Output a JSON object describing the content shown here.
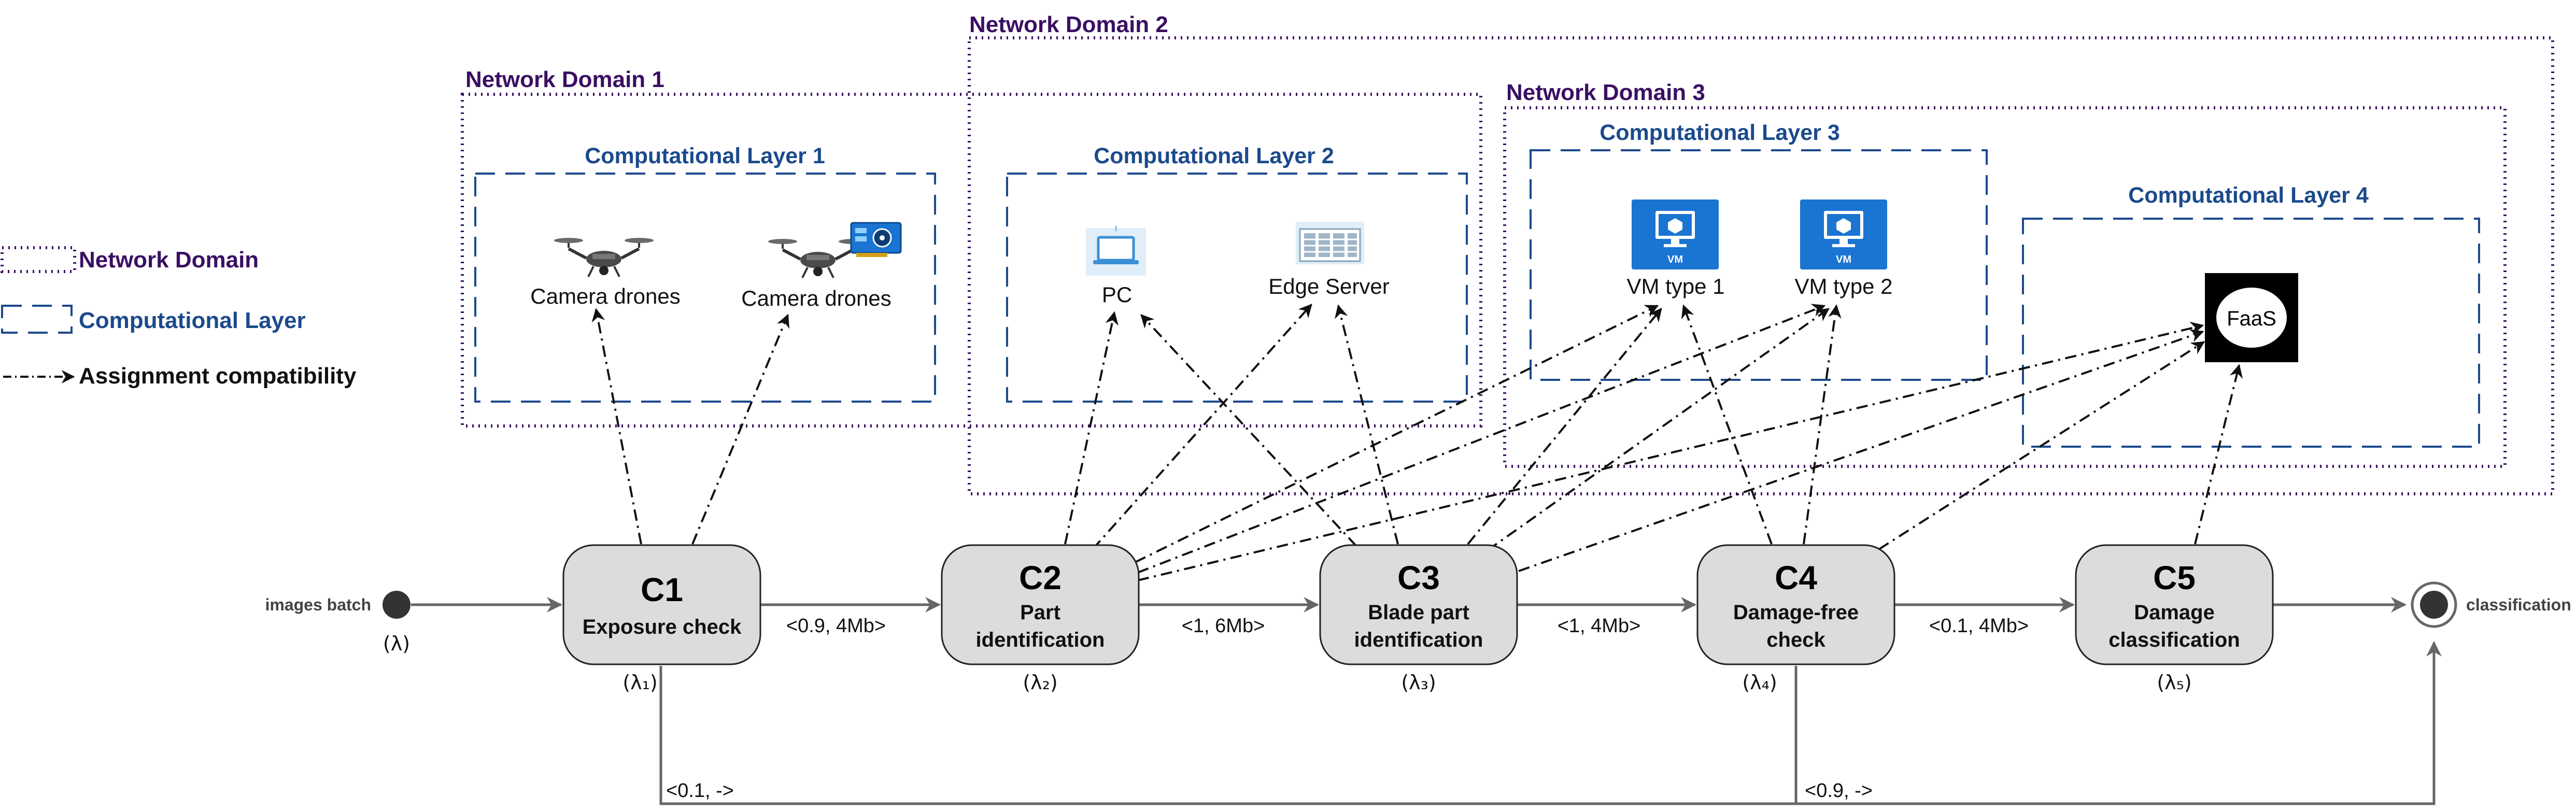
{
  "legend": {
    "network_domain": "Network Domain",
    "computational_layer": "Computational Layer",
    "assignment": "Assignment compatibility"
  },
  "network_domains": [
    "Network Domain 1",
    "Network Domain 2",
    "Network Domain 3"
  ],
  "computational_layers": [
    "Computational Layer 1",
    "Computational Layer 2",
    "Computational Layer 3",
    "Computational Layer 4"
  ],
  "resources": {
    "drone1": "Camera drones",
    "drone2": "Camera drones",
    "pc": "PC",
    "edge": "Edge Server",
    "vm1": "VM type 1",
    "vm2": "VM type 2",
    "faas": "FaaS",
    "vm_badge": "VM"
  },
  "components": [
    {
      "id": "C1",
      "line1": "Exposure check",
      "line2": "",
      "lambda": "(λ₁)"
    },
    {
      "id": "C2",
      "line1": "Part",
      "line2": "identification",
      "lambda": "(λ₂)"
    },
    {
      "id": "C3",
      "line1": "Blade part",
      "line2": "identification",
      "lambda": "(λ₃)"
    },
    {
      "id": "C4",
      "line1": "Damage-free",
      "line2": "check",
      "lambda": "(λ₄)"
    },
    {
      "id": "C5",
      "line1": "Damage",
      "line2": "classification",
      "lambda": "(λ₅)"
    }
  ],
  "edges": {
    "e12": "<0.9, 4Mb>",
    "e23": "<1, 6Mb>",
    "e34": "<1, 4Mb>",
    "e45": "<0.1, 4Mb>",
    "bypass1": "<0.1, ->",
    "bypass4": "<0.9, ->"
  },
  "start": {
    "label": "images batch",
    "lambda": "(λ)"
  },
  "end": {
    "label": "classification"
  },
  "colors": {
    "network_domain": "#3a0f63",
    "computational_layer": "#1b4a8c",
    "component_fill": "#dcdcdc",
    "vm_blue": "#1a74d1",
    "flow": "#666666"
  }
}
